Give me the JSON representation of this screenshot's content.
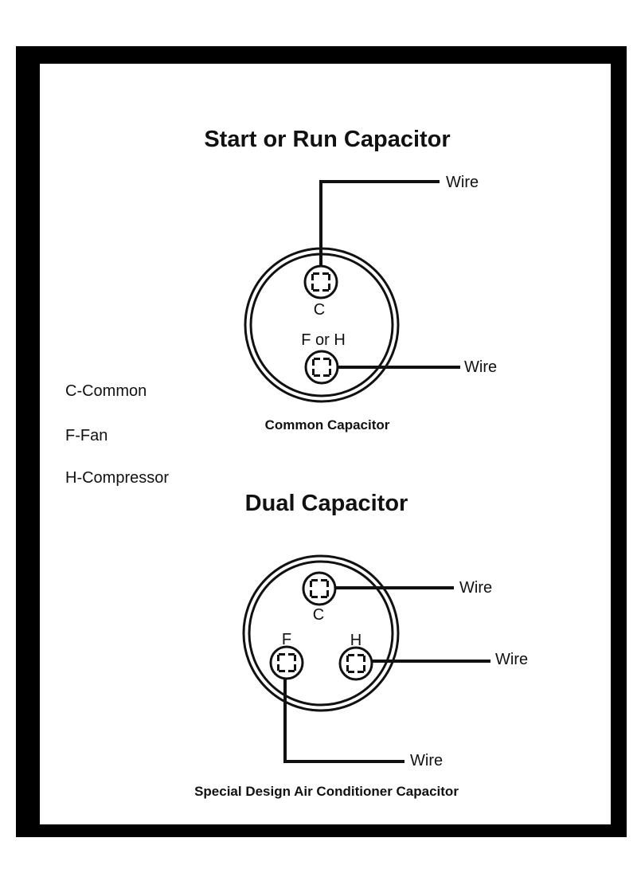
{
  "single": {
    "title": "Start or Run Capacitor",
    "terminal_top": "C",
    "terminal_bottom": "F or H",
    "wire_top": "Wire",
    "wire_bottom": "Wire",
    "caption": "Common Capacitor"
  },
  "legend": [
    "C-Common",
    "F-Fan",
    "H-Compressor"
  ],
  "dual": {
    "title": "Dual Capacitor",
    "terminal_c": "C",
    "terminal_f": "F",
    "terminal_h": "H",
    "wire_c": "Wire",
    "wire_h": "Wire",
    "wire_f": "Wire",
    "caption": "Special Design Air Conditioner Capacitor"
  }
}
